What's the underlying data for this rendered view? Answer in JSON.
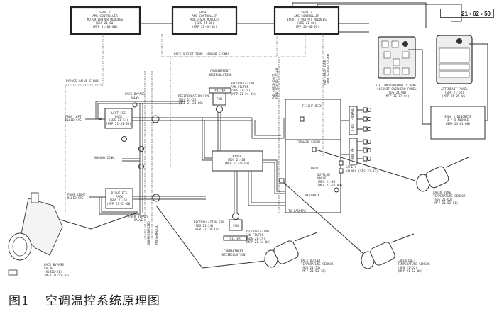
{
  "figure": {
    "reference_number": "21 - 62 - 50",
    "caption_label": "图1",
    "caption_text": "空调温控系统原理图"
  },
  "controllers": [
    {
      "lines": [
        "SPDA 2",
        "AMS CONTROLLER",
        "MOTOR DRIVER MODULES",
        "(SDS 21-00)",
        "(MFP 21-00-00)"
      ]
    },
    {
      "lines": [
        "SPDA 2",
        "AMS CONTROLLER",
        "PROCESSOR MODULES",
        "(SDS 21-00)",
        "(MFP 21-00-01)"
      ]
    },
    {
      "lines": [
        "SPDA 2",
        "AMS CONTROLLER",
        "INPUT / OUTPUT MODULES",
        "(SDS 21-00)",
        "(MFP 21-00-03)"
      ]
    }
  ],
  "signals": {
    "bypass_valve": "BYPASS VALVE SIGNAL",
    "pack_outlet": "PACK OUTLET TEMP. SENSOR SIGNAL",
    "fwd_cabin_duct": [
      "FWD CABIN DUCT",
      "TEMP SENSOR SIGNAL"
    ],
    "fwd_cabin_zone": [
      "FWD CABIN ZONE",
      "TEMP SENSOR SIGNAL"
    ]
  },
  "panels": {
    "air_cond": [
      "AIR COND/PNEUMATIC PANEL",
      "COCKPIT OVERHEAD PANEL",
      "(SDS 21-00)",
      "(MFP 31-17-04)"
    ],
    "attendant": [
      "ATTENDANT PANEL",
      "(SDS 21-62)",
      "(MFP 25-25-01)"
    ],
    "discrete_io": [
      "SPDA 1 DISCRETE",
      "I / O MODULE",
      "(SSM 24-61-00)"
    ]
  },
  "components": {
    "left_pack": [
      "LEFT ECS",
      "PACK",
      "(SDS 21-51)",
      "(MFP 21-51-00)"
    ],
    "right_pack": [
      "RIGHT ECS",
      "PACK",
      "(SDS 21-51)",
      "(MFP 21-51-00)"
    ],
    "mixer": [
      "MIXER",
      "(SDS 21-20)",
      "(MFP 21-20-03)"
    ],
    "pack_bypass_valve_top": [
      "PACK BYPASS",
      "VALVE"
    ],
    "pack_bypass_valve_bottom": [
      "PACK BYPASS",
      "VALVE"
    ],
    "from_left": [
      "FROM LEFT",
      "BLEED SYS"
    ],
    "from_right": [
      "FROM RIGHT",
      "BLEED SYS"
    ],
    "ground_conn": "GROUND CONN.",
    "compartment_recirc_top": [
      "COMPARTMENT",
      "RECIRCULATION"
    ],
    "compartment_recirc_bottom": [
      "COMPARTMENT",
      "RECIRCULATION"
    ],
    "recirc_fan_top": [
      "RECIRCULATION FAN",
      "(SDS 21-24)",
      "(MFP 21-24-00)"
    ],
    "recirc_filter_top": [
      "RECIRCULATION",
      "FAN FILTER",
      "(SDS 21-24)",
      "(MFP 21-24-02)"
    ],
    "recirc_fan_bottom": [
      "RECIRCULATION FAN",
      "(SDS 21-24)",
      "(MFP 21-24-01)"
    ],
    "recirc_filter_bottom": [
      "RECIRCULATION",
      "FAN FILTER",
      "(SDS 21-24)",
      "(MFP 21-24-02)"
    ],
    "fan_label": "FAN",
    "filter_label": "FILTER",
    "flight_deck": "FLIGHT DECK",
    "forward_cabin": "FORWARD CABIN",
    "cabin": "CABIN",
    "aftcabin": "AFTCABIN",
    "to_gaspers": "TO GASPERS",
    "outflow_valve": [
      "OUTFLOW",
      "VALVE",
      "(SDS 21-30)",
      "(MFP 21-31-00)"
    ],
    "safety_valves": [
      "SAFETY",
      "VALVES (SDS 21-32)"
    ],
    "fwd_zone": "F-DKT FORWARD",
    "aft_zone": "F-DKT AFT",
    "unpressurized": "UNPRESSURIZED",
    "pressurized": "PRESSURIZED",
    "pack_bypass_valve_photo": [
      "PACK BYPASS",
      "VALVE",
      "(SDS21-51)",
      "(MFP 21-51-10)"
    ]
  },
  "sensors": {
    "cabin_zone": [
      "CABIN ZONE",
      "TEMPERATURE SENSOR",
      "(SDS 21-62)",
      "(MFP 21-62-01)"
    ],
    "pack_outlet": [
      "PACK OUTLET",
      "TEMPERATURE SENSOR",
      "(SDS 21-51)",
      "(MFP 21-51-10)"
    ],
    "cabin_duct": [
      "CABIN DUCT",
      "TEMPERATURE SENSOR",
      "(SDS 21-62)",
      "(MFP 21-62-00)"
    ]
  }
}
